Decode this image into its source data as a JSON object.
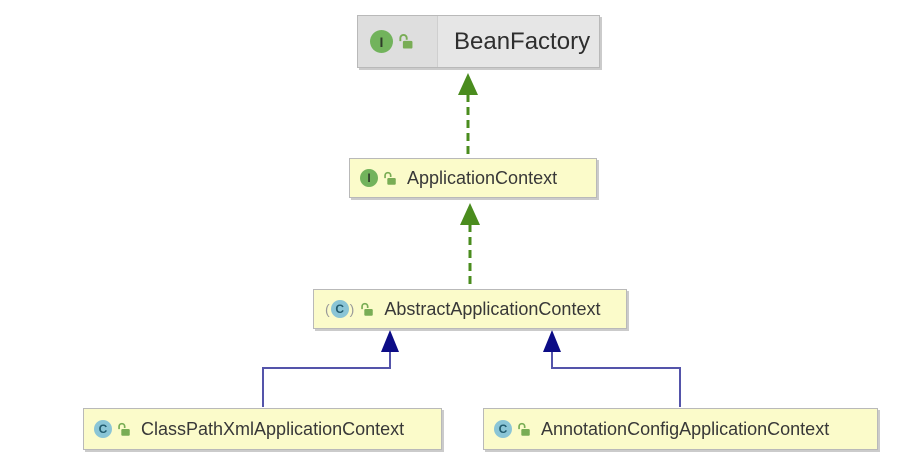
{
  "nodes": [
    {
      "label": "BeanFactory",
      "type": "interface",
      "lock": "unlocked"
    },
    {
      "label": "ApplicationContext",
      "type": "interface",
      "lock": "unlocked"
    },
    {
      "label": "AbstractApplicationContext",
      "type": "abstract-class",
      "lock": "unlocked"
    },
    {
      "label": "ClassPathXmlApplicationContext",
      "type": "class",
      "lock": "unlocked"
    },
    {
      "label": "AnnotationConfigApplicationContext",
      "type": "class",
      "lock": "unlocked"
    }
  ],
  "edges": [
    {
      "from": "ApplicationContext",
      "to": "BeanFactory",
      "kind": "implements"
    },
    {
      "from": "AbstractApplicationContext",
      "to": "ApplicationContext",
      "kind": "implements"
    },
    {
      "from": "ClassPathXmlApplicationContext",
      "to": "AbstractApplicationContext",
      "kind": "extends"
    },
    {
      "from": "AnnotationConfigApplicationContext",
      "to": "AbstractApplicationContext",
      "kind": "extends"
    }
  ],
  "icons": {
    "interface_letter": "I",
    "class_letter": "C",
    "abstract_paren_open": "(",
    "abstract_paren_close": ")"
  },
  "colors": {
    "implements_edge": "#4a8c1e",
    "extends_edge_line": "#5454aa",
    "extends_edge_head": "#0c0c86",
    "interface_icon_bg": "#72b35c",
    "class_icon_bg": "#8ac5d6",
    "lock_icon": "#79ad55",
    "node_fill_yellow": "#fbfbca",
    "node_fill_gray": "#e6e6e6"
  }
}
